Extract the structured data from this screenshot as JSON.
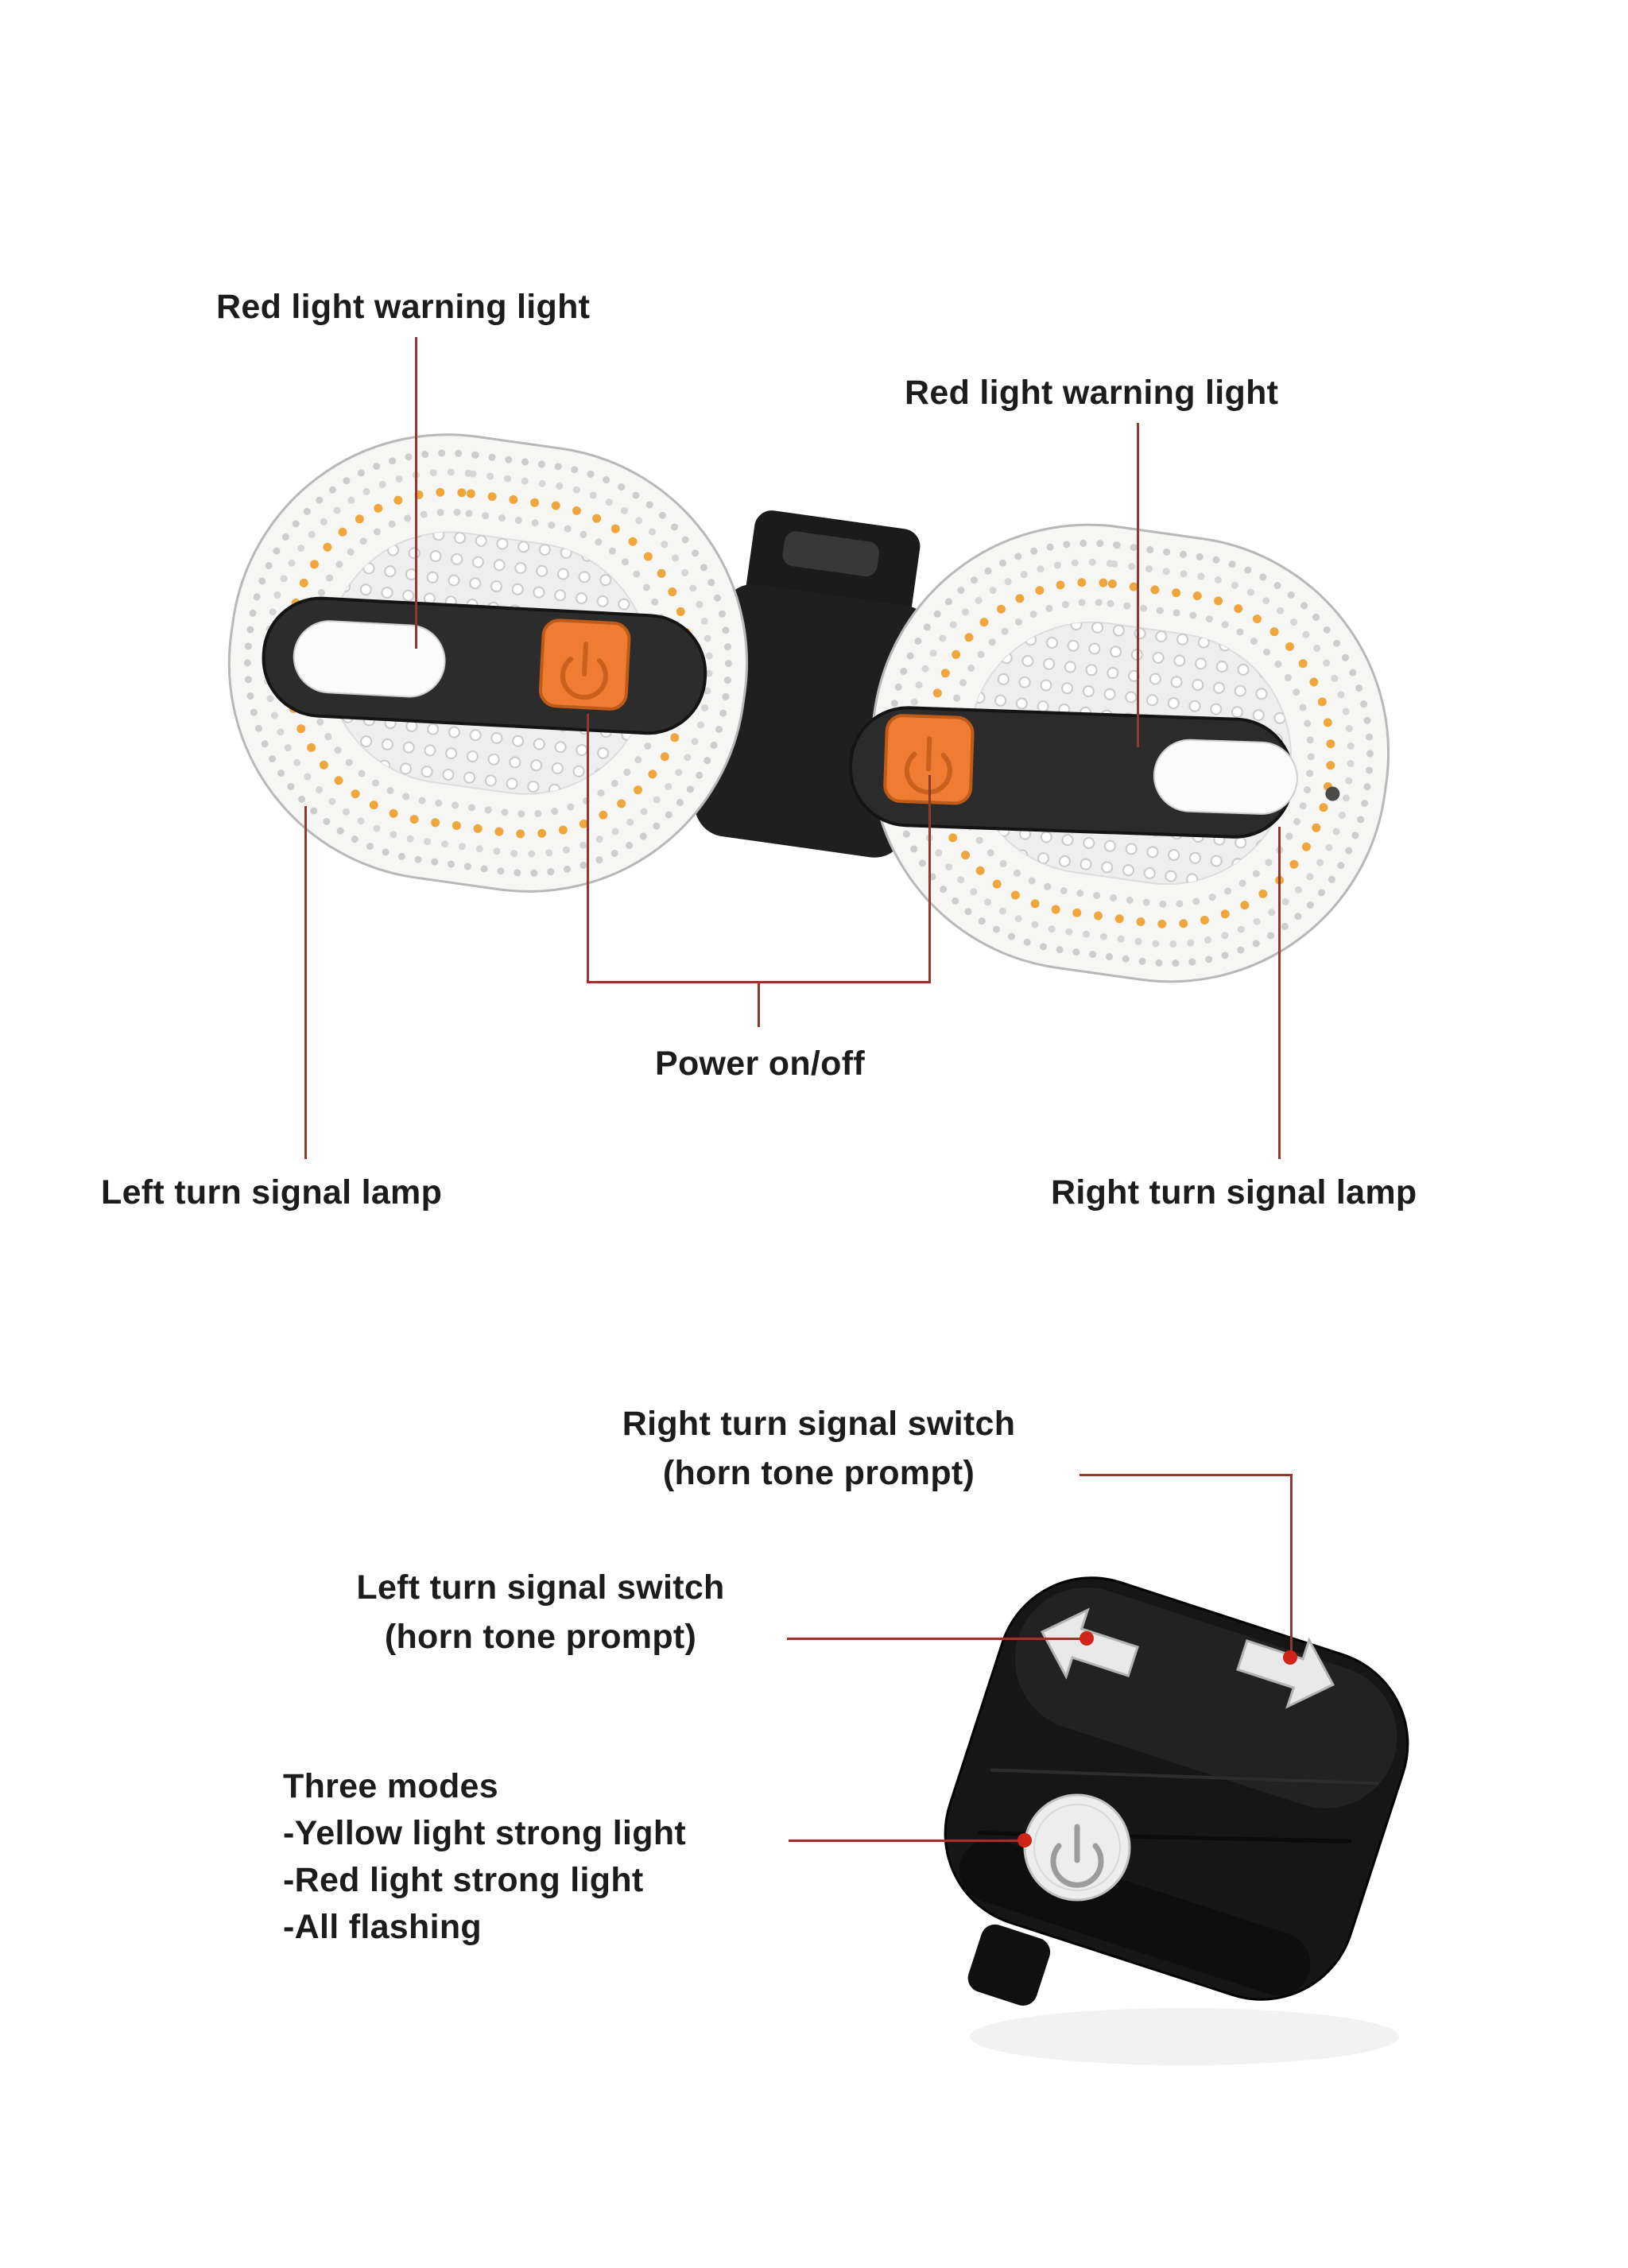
{
  "colors": {
    "callout": "#8e3b2c",
    "dot": "#cf2418",
    "text": "#1c1c1c",
    "orange": "#ee7d33",
    "amber": "#efa63d"
  },
  "tail_light": {
    "warning_left": "Red light warning light",
    "warning_right": "Red light warning light",
    "power": "Power on/off",
    "left_lamp": "Left turn signal lamp",
    "right_lamp": "Right turn signal lamp"
  },
  "remote": {
    "right_switch_1": "Right turn signal switch",
    "right_switch_2": "(horn tone prompt)",
    "left_switch_1": "Left turn signal switch",
    "left_switch_2": "(horn tone prompt)",
    "modes_title": "Three modes",
    "modes": [
      "-Yellow light strong light",
      "-Red light  strong light",
      "-All flashing"
    ]
  }
}
